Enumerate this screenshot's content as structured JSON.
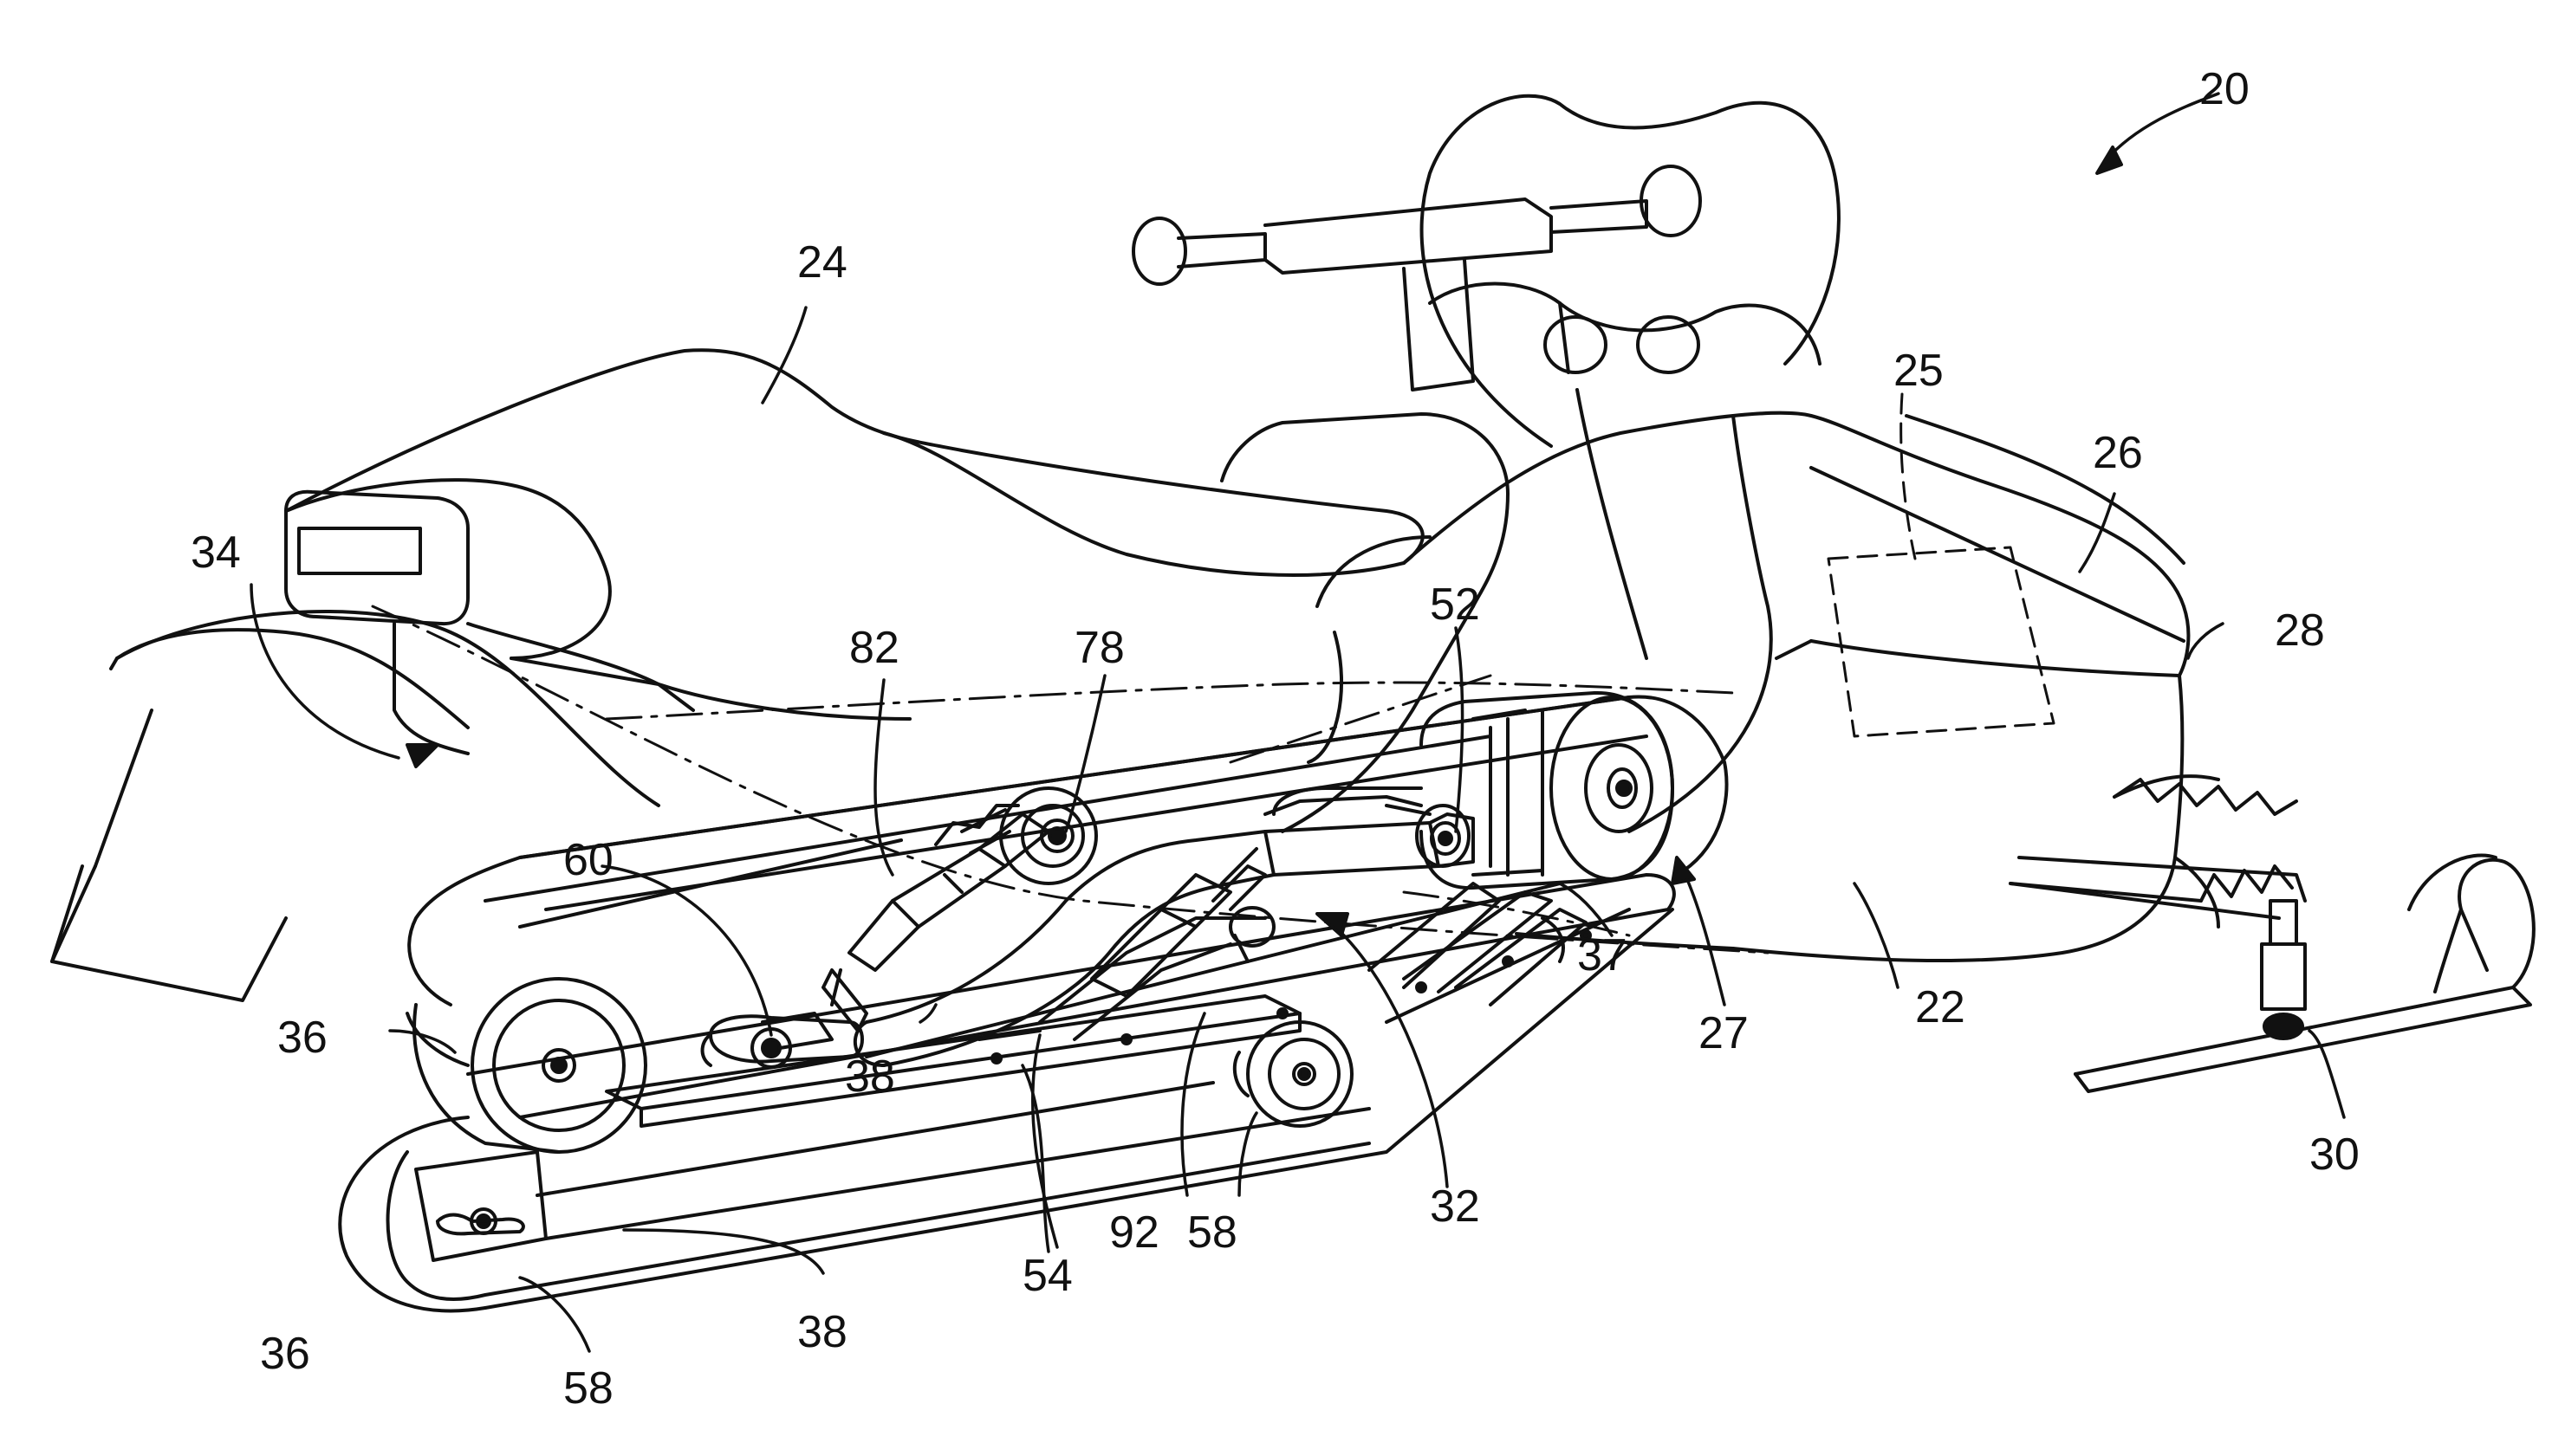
{
  "figure": {
    "labels": {
      "l20": "20",
      "l22": "22",
      "l24": "24",
      "l25": "25",
      "l26": "26",
      "l27": "27",
      "l28": "28",
      "l30": "30",
      "l32": "32",
      "l34": "34",
      "l36a": "36",
      "l36b": "36",
      "l37": "37",
      "l38a": "38",
      "l38b": "38",
      "l52": "52",
      "l54": "54",
      "l58a": "58",
      "l58b": "58",
      "l60": "60",
      "l78": "78",
      "l82": "82",
      "l92": "92"
    }
  }
}
